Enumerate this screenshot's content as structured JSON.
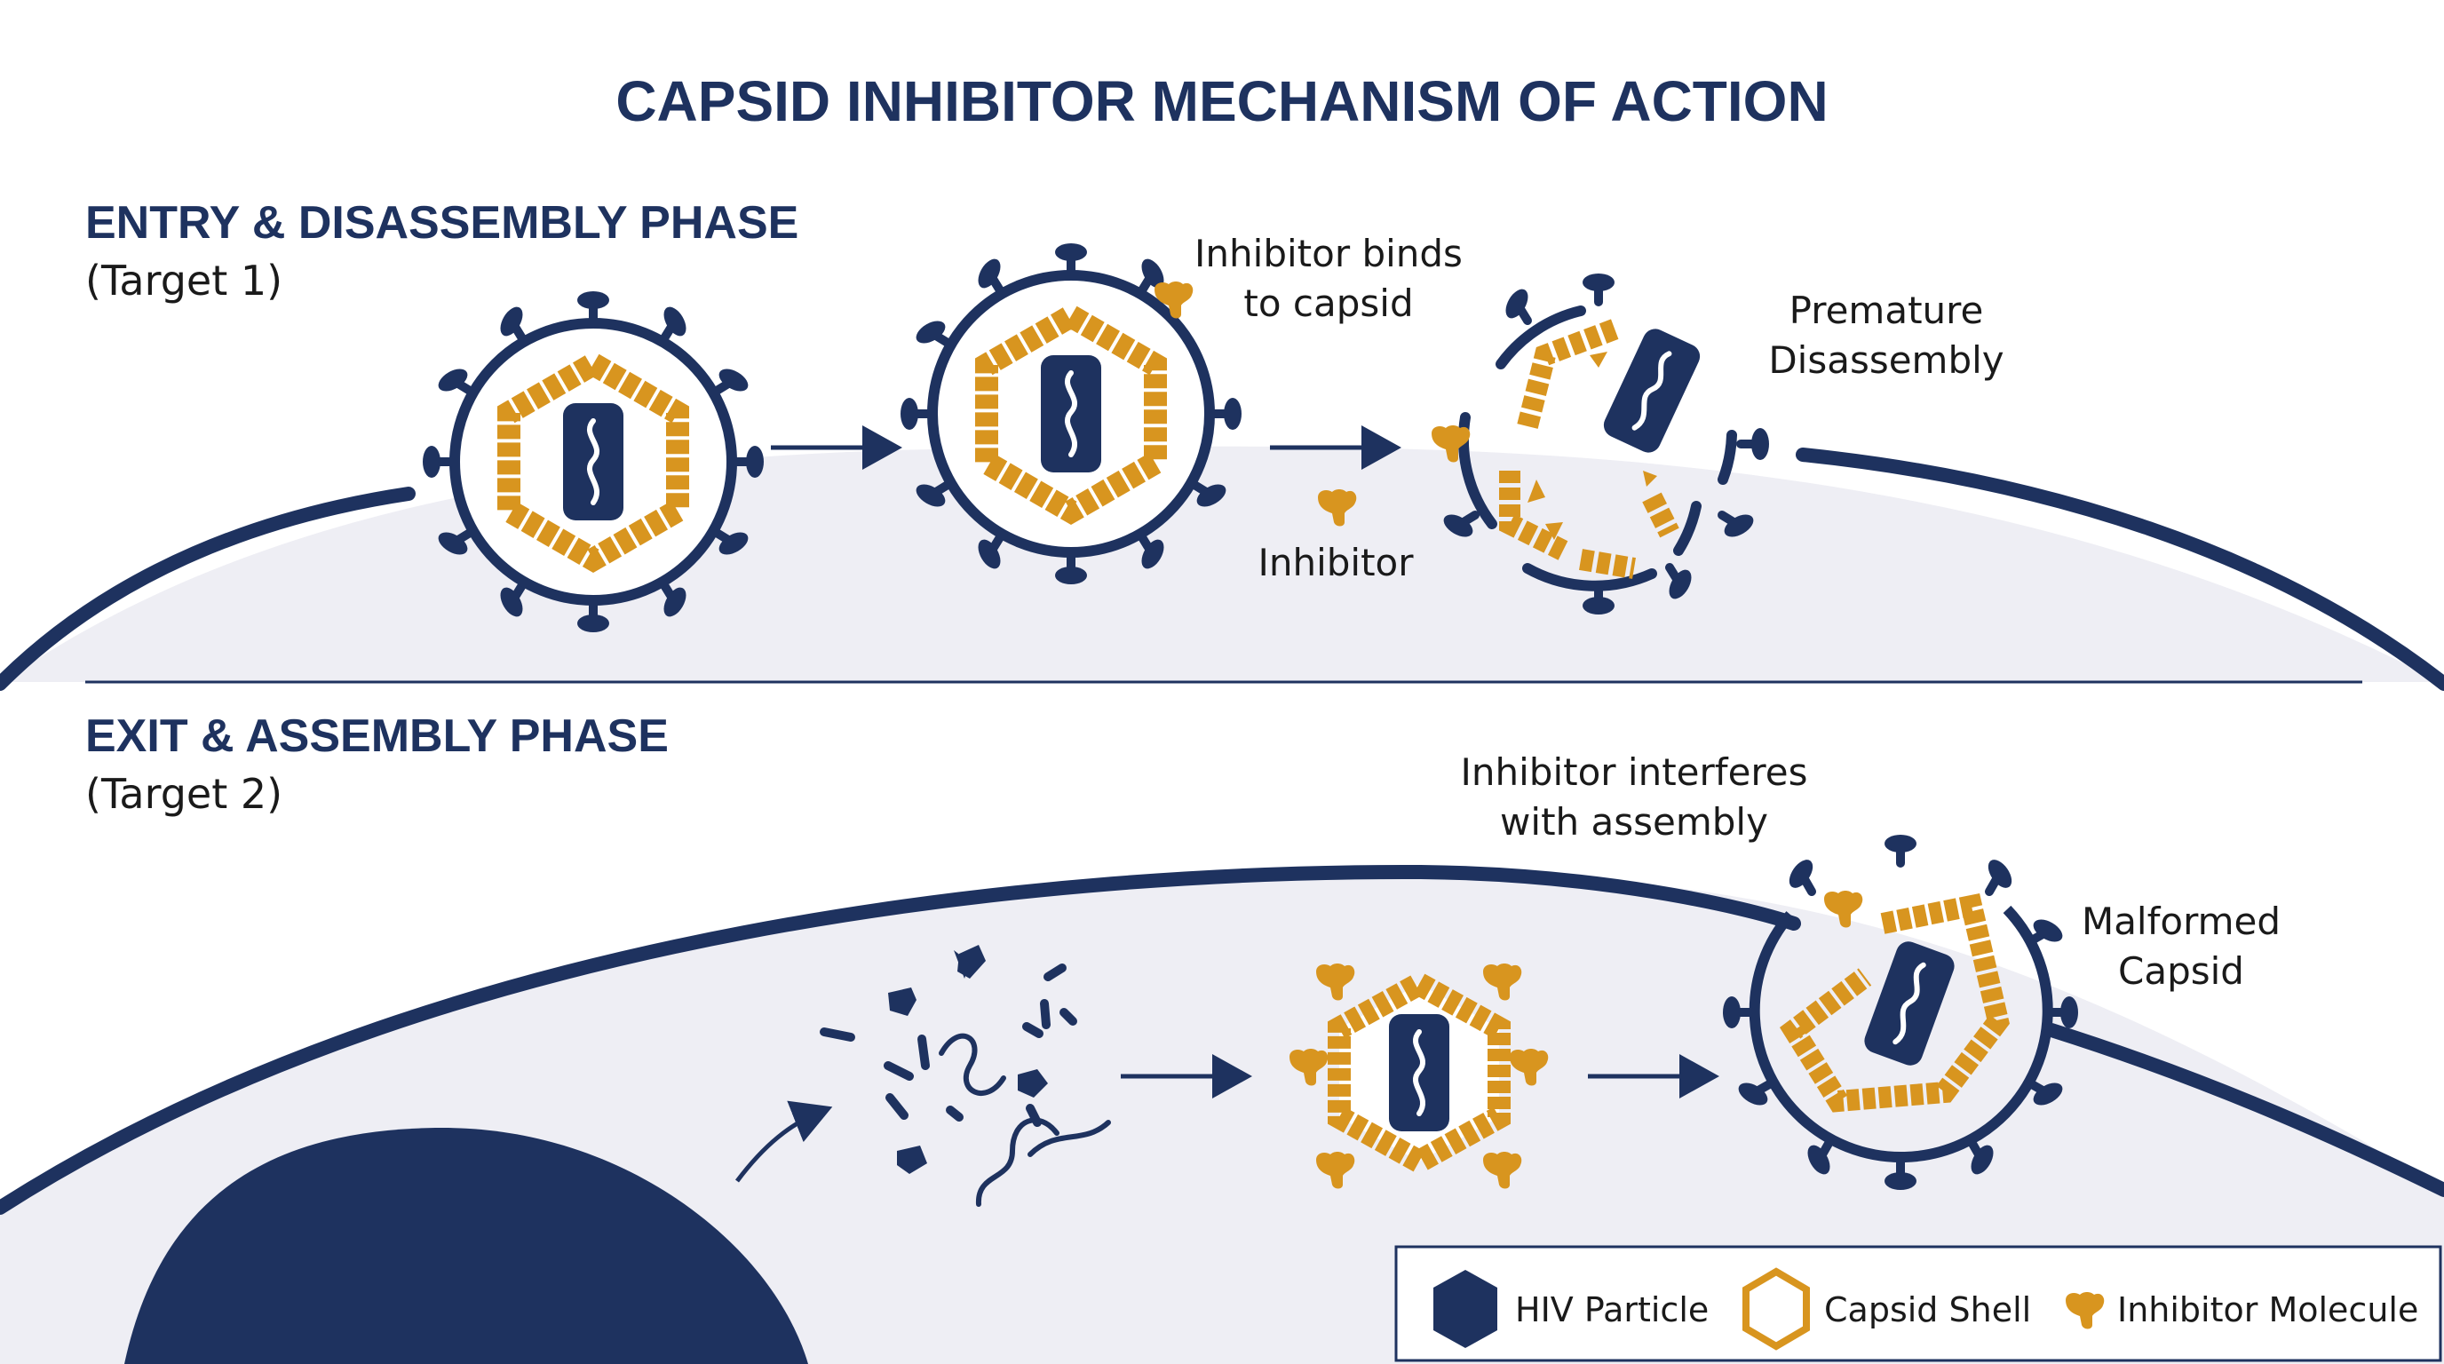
{
  "title": "CAPSID INHIBITOR MECHANISM OF ACTION",
  "colors": {
    "navy": "#1e325f",
    "gold": "#d8951f",
    "cell": "#eeeef4",
    "white": "#ffffff"
  },
  "phase1": {
    "heading": "ENTRY & DISASSEMBLY PHASE",
    "target": "(Target 1)",
    "label_binds_line1": "Inhibitor binds",
    "label_binds_line2": "to capsid",
    "label_inhibitor": "Inhibitor",
    "label_premature_line1": "Premature",
    "label_premature_line2": "Disassembly"
  },
  "phase2": {
    "heading": "EXIT & ASSEMBLY PHASE",
    "target": "(Target 2)",
    "label_interferes_line1": "Inhibitor interferes",
    "label_interferes_line2": "with assembly",
    "label_malformed_line1": "Malformed",
    "label_malformed_line2": "Capsid"
  },
  "legend": {
    "items": [
      {
        "icon": "hexagon-filled-icon",
        "label": "HIV Particle"
      },
      {
        "icon": "hexagon-outline-icon",
        "label": "Capsid Shell"
      },
      {
        "icon": "inhibitor-molecule-icon",
        "label": "Inhibitor Molecule"
      }
    ]
  }
}
